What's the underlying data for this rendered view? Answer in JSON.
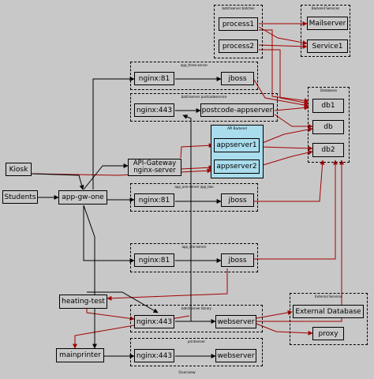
{
  "clusters": {
    "batch_servers": "batchserver batches",
    "backend_services": "Backend Services",
    "app_three": "app_three-server",
    "databases": "Databases",
    "postcode": "batchserver postcodeservice",
    "api_backend": "API Backend",
    "app_one_two": "app_one-server app_two",
    "app_one": "app_one-server",
    "external_services": "External Services",
    "library": "batchserver library",
    "printserver": "printserver"
  },
  "nodes": {
    "process1": "process1",
    "process2": "process2",
    "mailserver": "Mailserver",
    "service1": "Service1",
    "nginx81_a": "nginx:81",
    "jboss_a": "jboss",
    "db1": "db1",
    "db": "db",
    "db2": "db2",
    "nginx443_a": "nginx:443",
    "postcode_appserver": "postcode-appserver",
    "appserver1": "appserver1",
    "appserver2": "appserver2",
    "kiosk": "Kiosk",
    "api_gateway": "API-Gateway\nnginx-server",
    "students": "Students",
    "app_gw_one": "app-gw-one",
    "nginx81_b": "nginx:81",
    "jboss_b": "jboss",
    "nginx81_c": "nginx:81",
    "jboss_c": "jboss",
    "heating_test": "heating-test",
    "nginx443_b": "nginx:443",
    "webserver_a": "webserver",
    "external_database": "External Database",
    "proxy": "proxy",
    "mainprinter": "mainprinter",
    "nginx443_c": "nginx:443",
    "webserver_b": "webserver"
  },
  "footer": "Overview",
  "colors": {
    "red_edge": "#a40000",
    "black_edge": "#000000",
    "api_backend_fill": "#a9dcec",
    "background": "#c8c8c8"
  }
}
